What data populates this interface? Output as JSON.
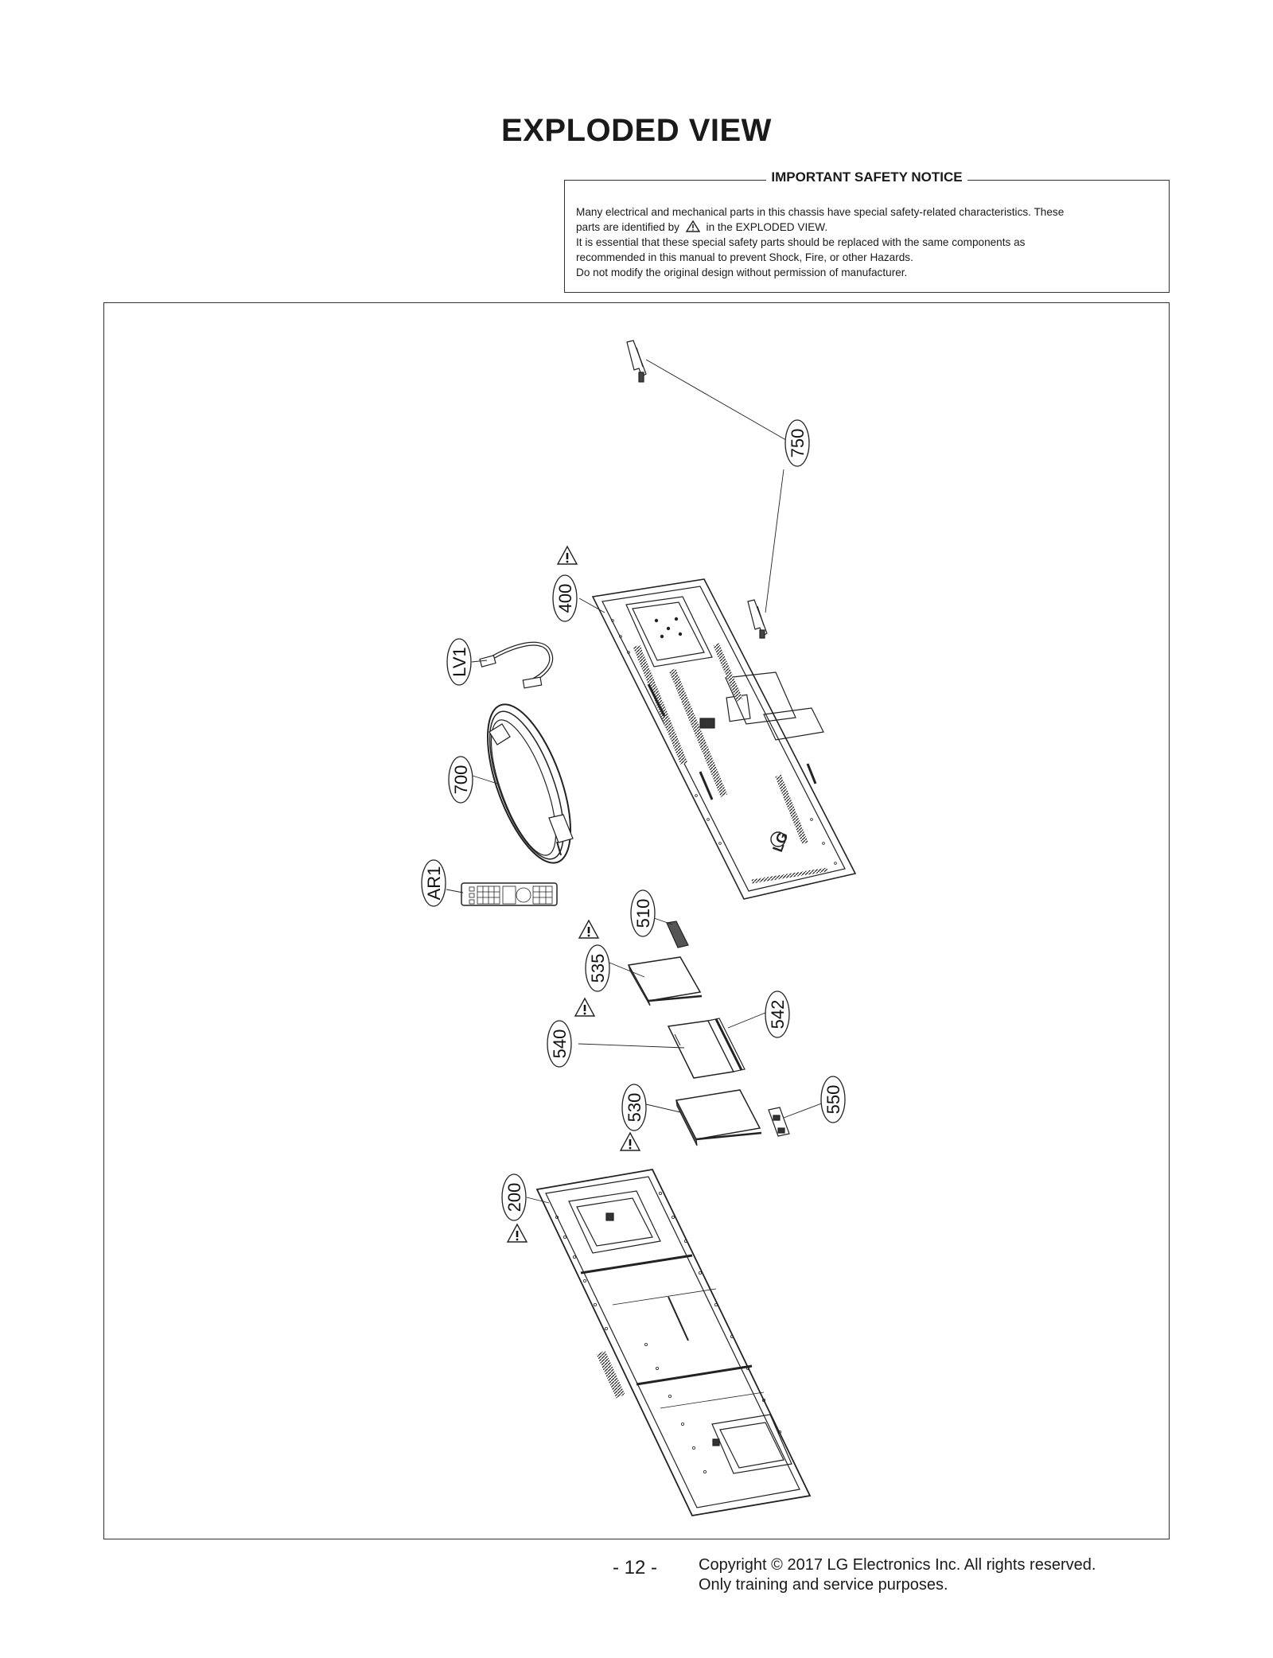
{
  "title": "EXPLODED VIEW",
  "notice": {
    "heading": "IMPORTANT SAFETY NOTICE",
    "line1": "Many electrical and mechanical parts in this chassis have special safety-related characteristics. These",
    "line2_pre": "parts are identified by",
    "line2_post": "in the EXPLODED VIEW.",
    "line3": "It is essential that these special safety parts should be replaced with the same components as",
    "line4": "recommended in this manual to prevent Shock, Fire, or other Hazards.",
    "line5": "Do not modify the original design without permission of manufacturer."
  },
  "callouts": {
    "c750": "750",
    "c400": "400",
    "lv1": "LV1",
    "c700": "700",
    "ar1": "AR1",
    "c510": "510",
    "c535": "535",
    "c542": "542",
    "c540": "540",
    "c530": "530",
    "c550": "550",
    "c200": "200"
  },
  "footer": {
    "page": "- 12 -",
    "copyright": "Copyright © 2017 LG Electronics Inc. All rights reserved.",
    "purpose": "Only training and service purposes."
  },
  "panel_logo": "LG"
}
